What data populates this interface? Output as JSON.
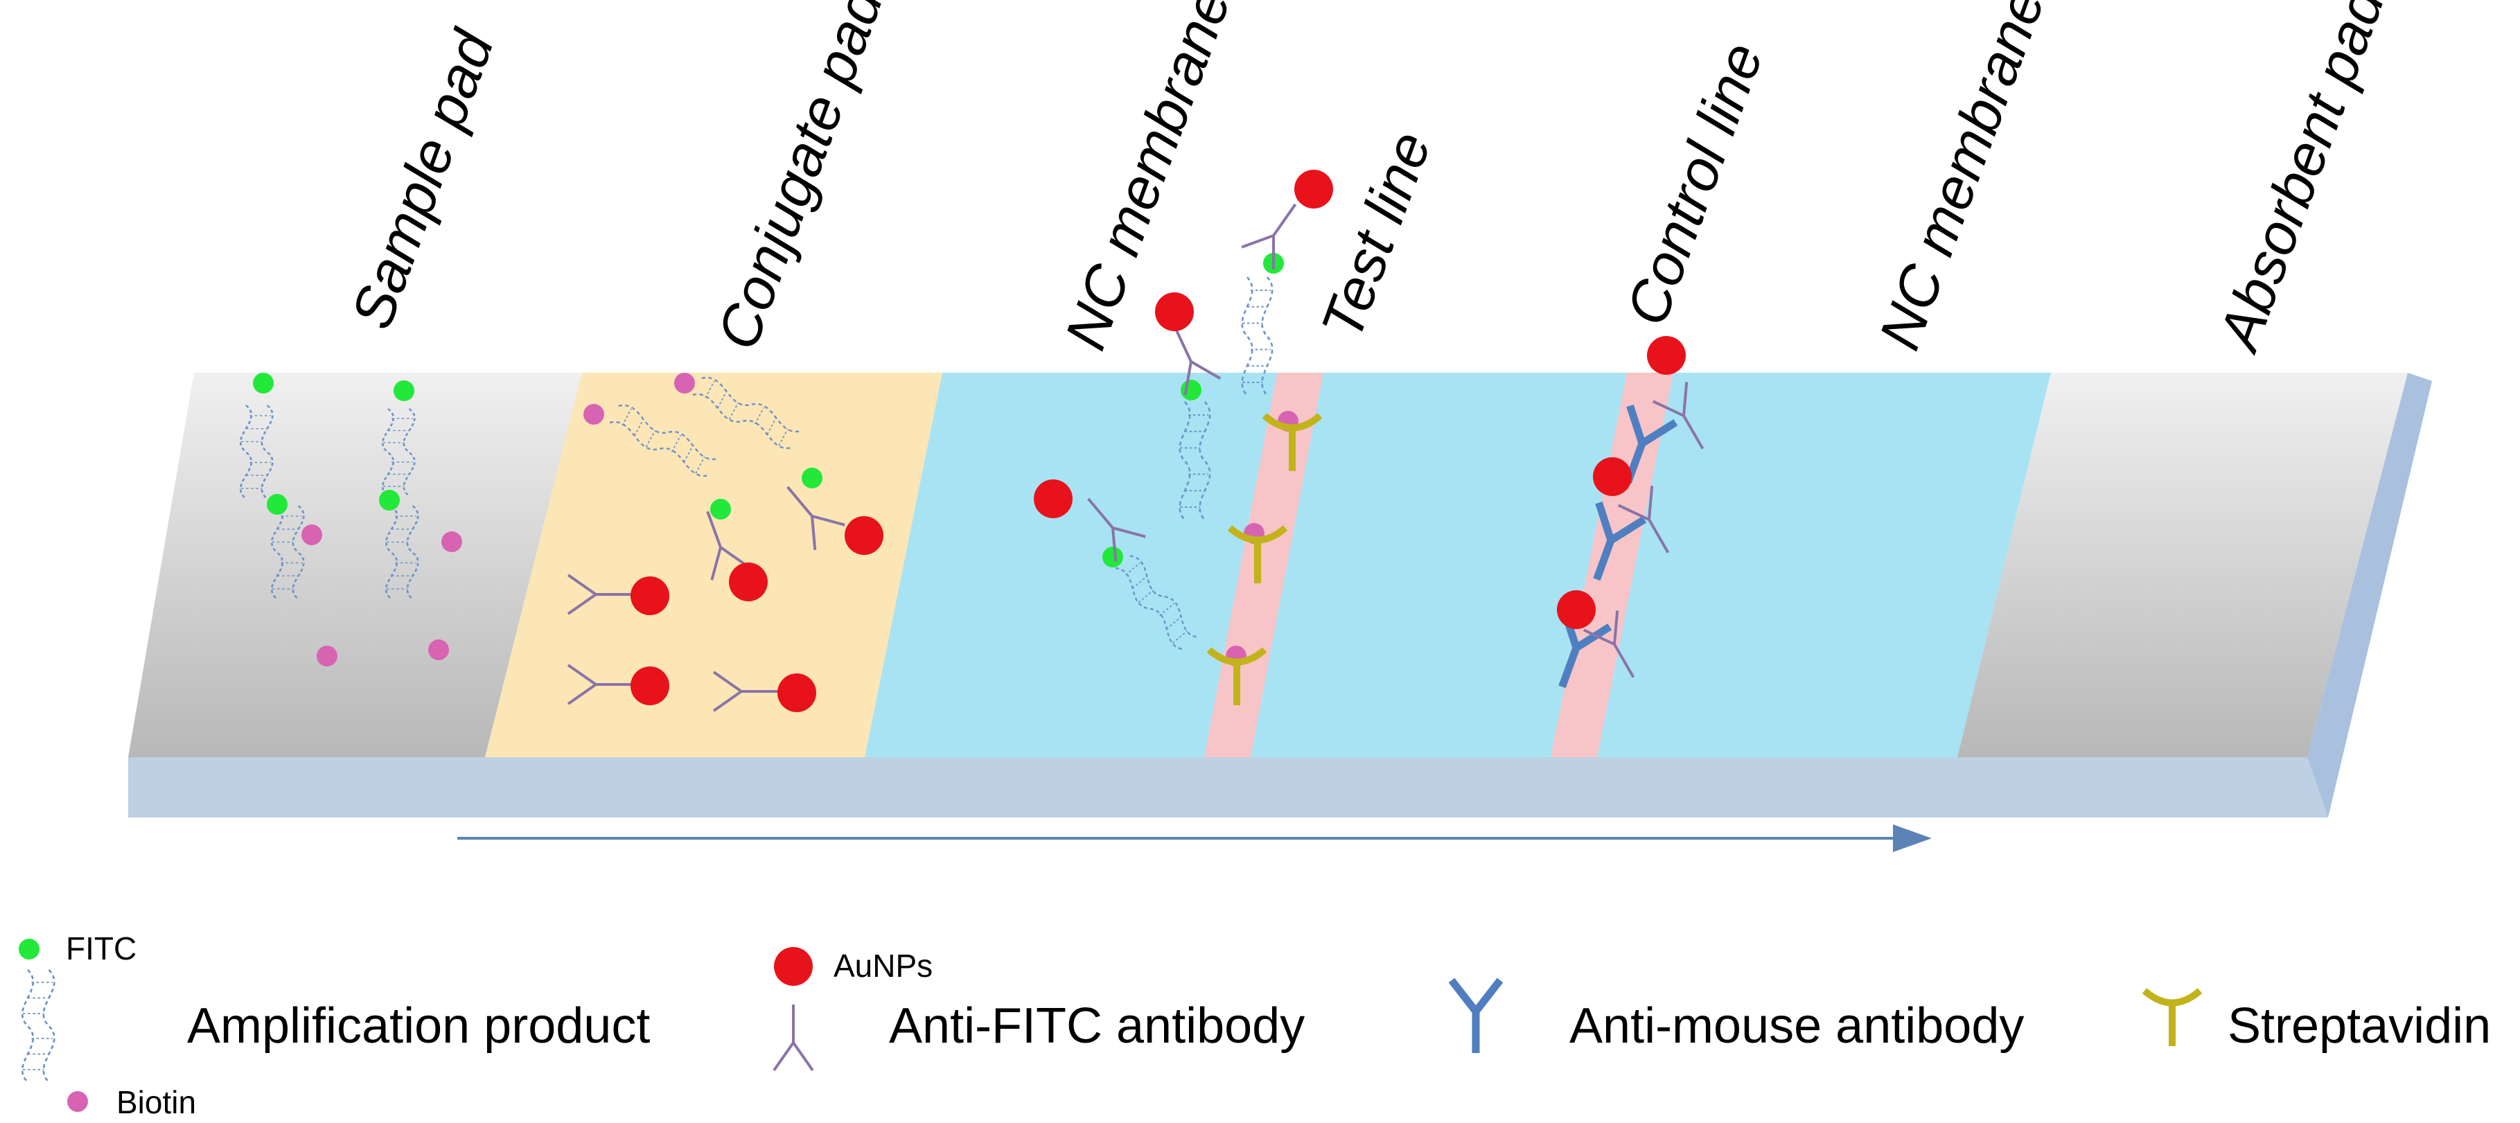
{
  "strip": {
    "sections": [
      {
        "key": "sample_pad",
        "label": "Sample pad",
        "color": "#d4d4d4"
      },
      {
        "key": "conjugate_pad",
        "label": "Conjugate pad",
        "color": "#fce6b5"
      },
      {
        "key": "nc_membrane_1",
        "label": "NC membrane",
        "color": "#a8e3f3"
      },
      {
        "key": "test_line",
        "label": "Test  line",
        "color": "#f7c5c8"
      },
      {
        "key": "control_line",
        "label": "Control  line",
        "color": "#f7c5c8"
      },
      {
        "key": "nc_membrane_2",
        "label": "NC membrane",
        "color": "#a8e3f3"
      },
      {
        "key": "absorbent_pad",
        "label": "Absorbent pad",
        "color": "#d4d4d4"
      }
    ],
    "base_color": "#bdd0e4"
  },
  "colors": {
    "fitc": "#22e83a",
    "biotin": "#d863b3",
    "aunp": "#e8121b",
    "anti_fitc": "#8a74a8",
    "anti_mouse": "#4f7fc0",
    "streptavidin": "#c2b31a",
    "dna": "#6d93c9",
    "arrow": "#5b83b6"
  },
  "legend": {
    "fitc": "FITC",
    "biotin": "Biotin",
    "amplification_product": "Amplification product",
    "aunps": "AuNPs",
    "anti_fitc_antibody": "Anti-FITC antibody",
    "anti_mouse_antibody": "Anti-mouse antibody",
    "streptavidin": "Streptavidin"
  }
}
